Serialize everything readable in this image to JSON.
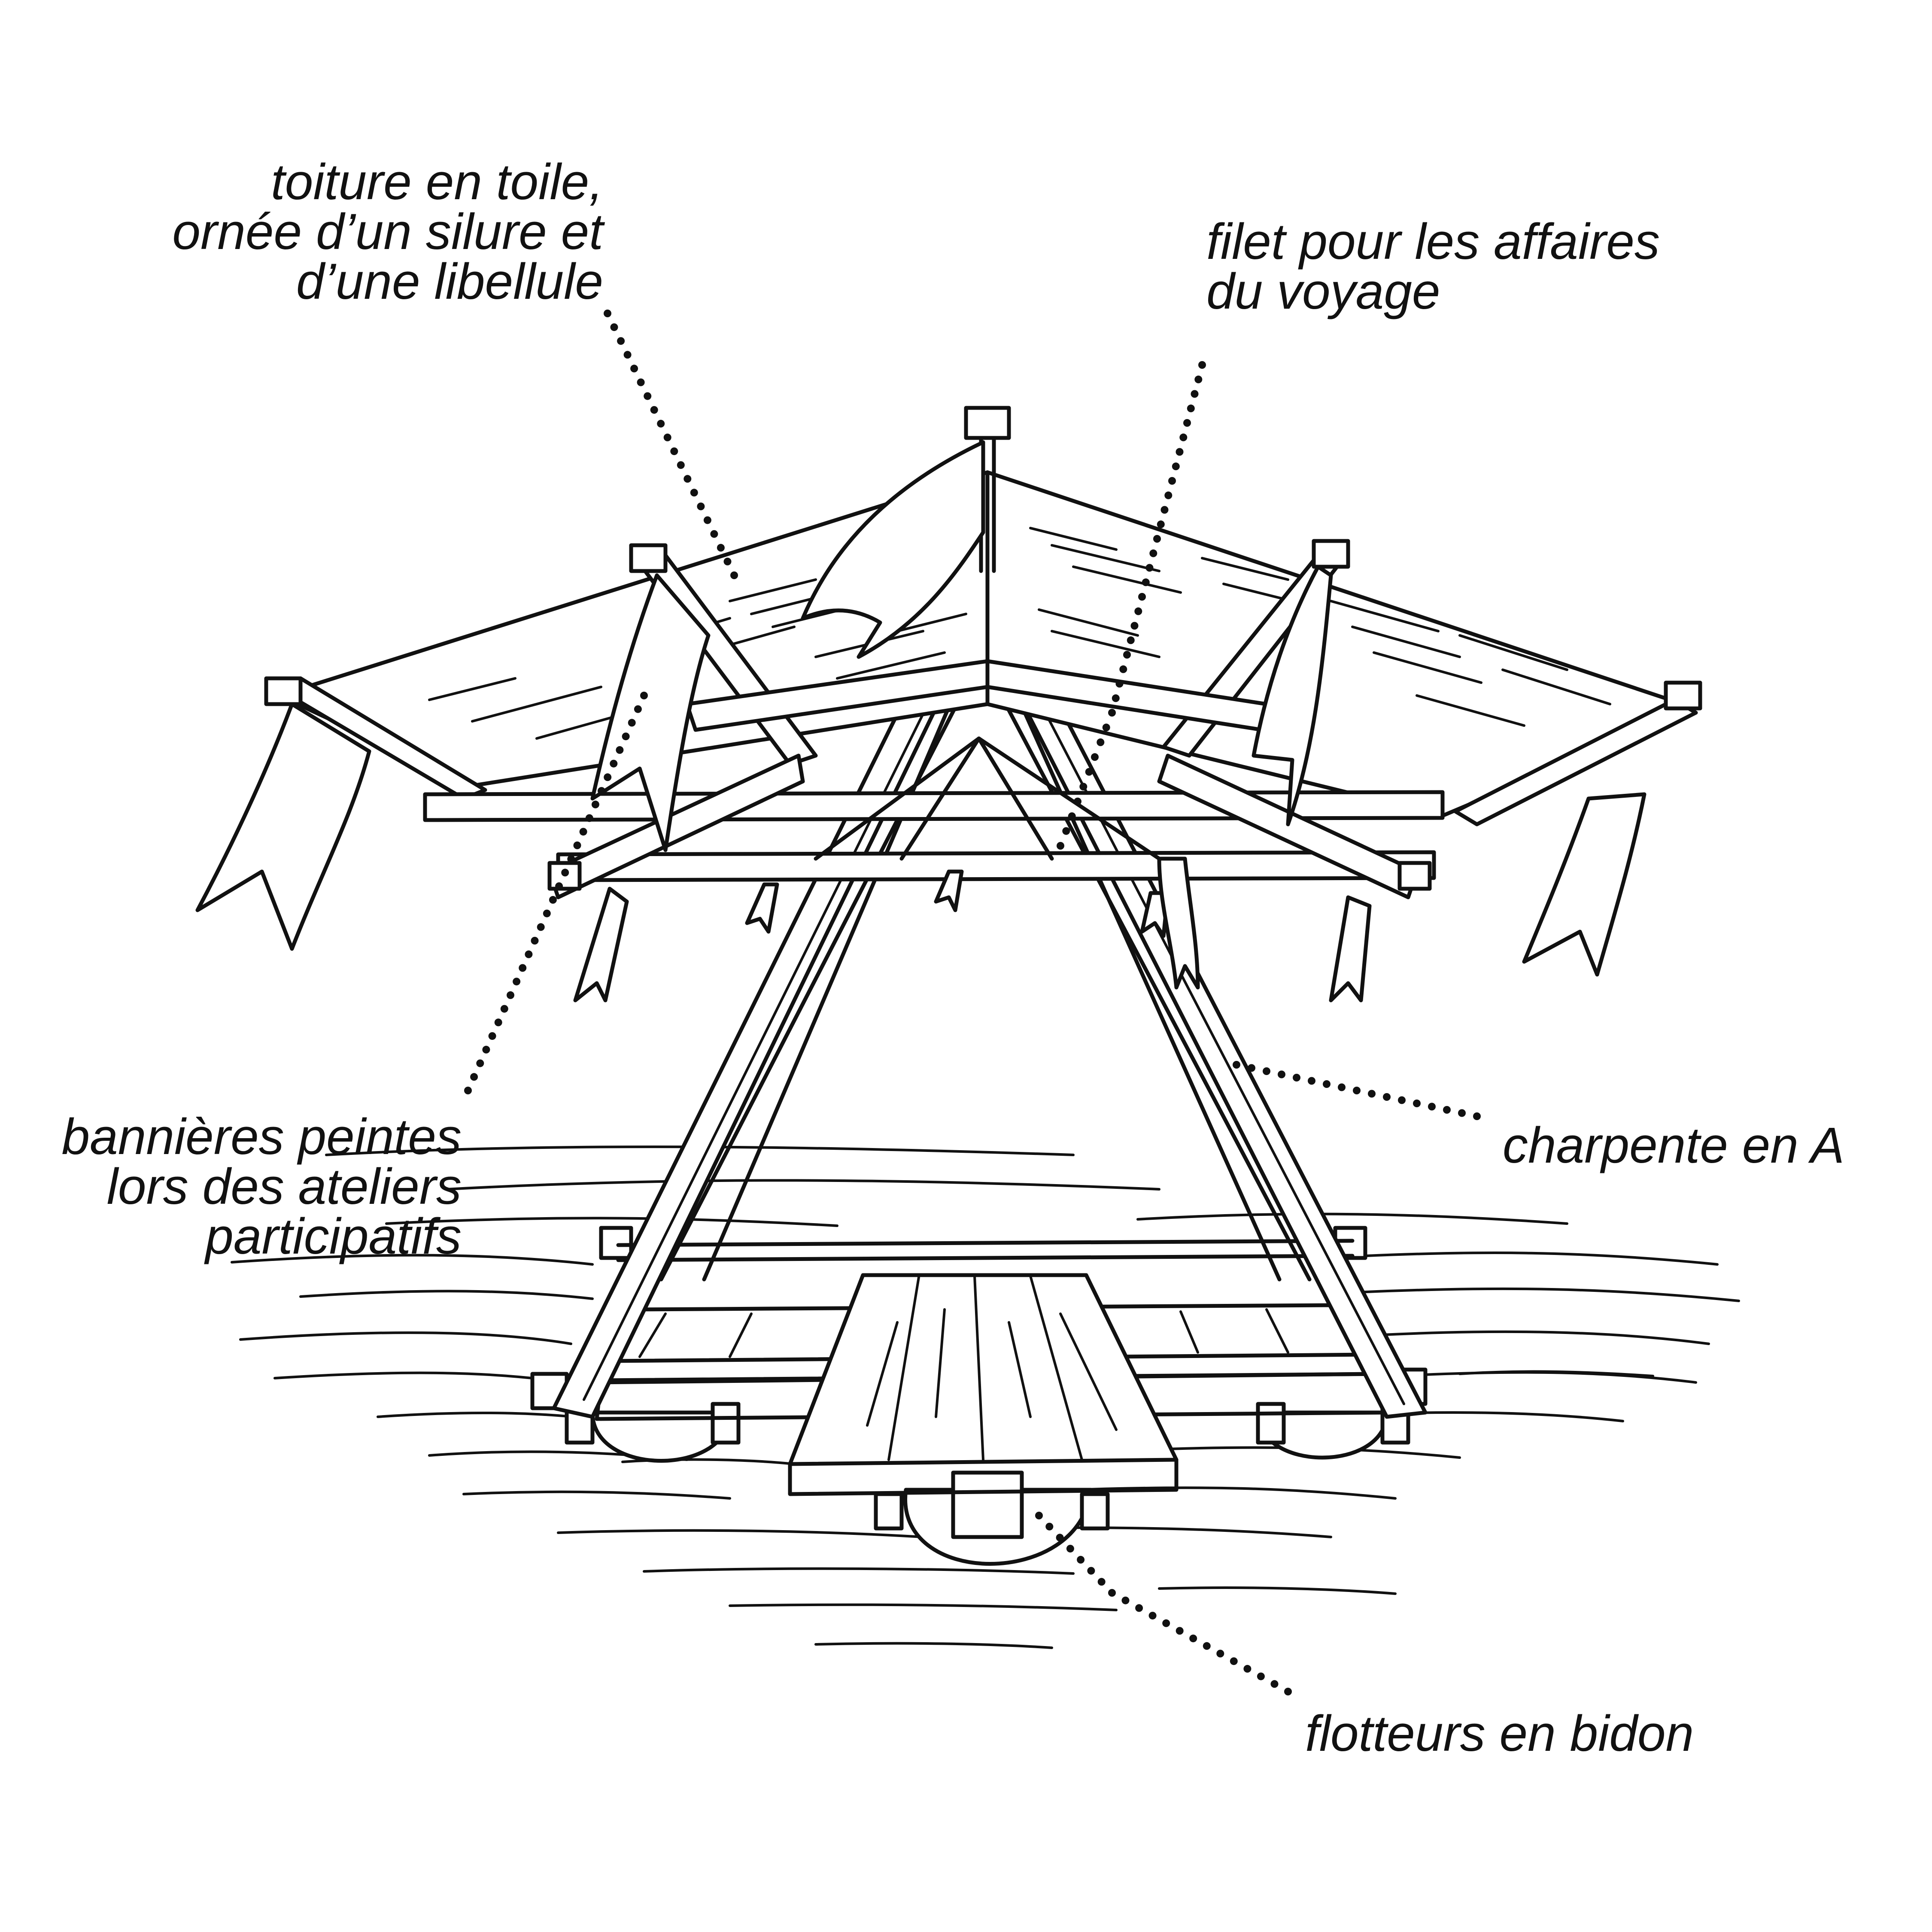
{
  "colors": {
    "ink": "#111111",
    "paper": "#ffffff"
  },
  "labels": {
    "roof": [
      "toiture en toile,",
      "ornée d’un silure et",
      "d’une libellule"
    ],
    "net": [
      "filet pour les affaires",
      "du voyage"
    ],
    "banners": [
      "bannières peintes",
      "lors des ateliers",
      "participatifs"
    ],
    "frame": [
      "charpente en A"
    ],
    "floats": [
      "flotteurs en bidon"
    ]
  }
}
